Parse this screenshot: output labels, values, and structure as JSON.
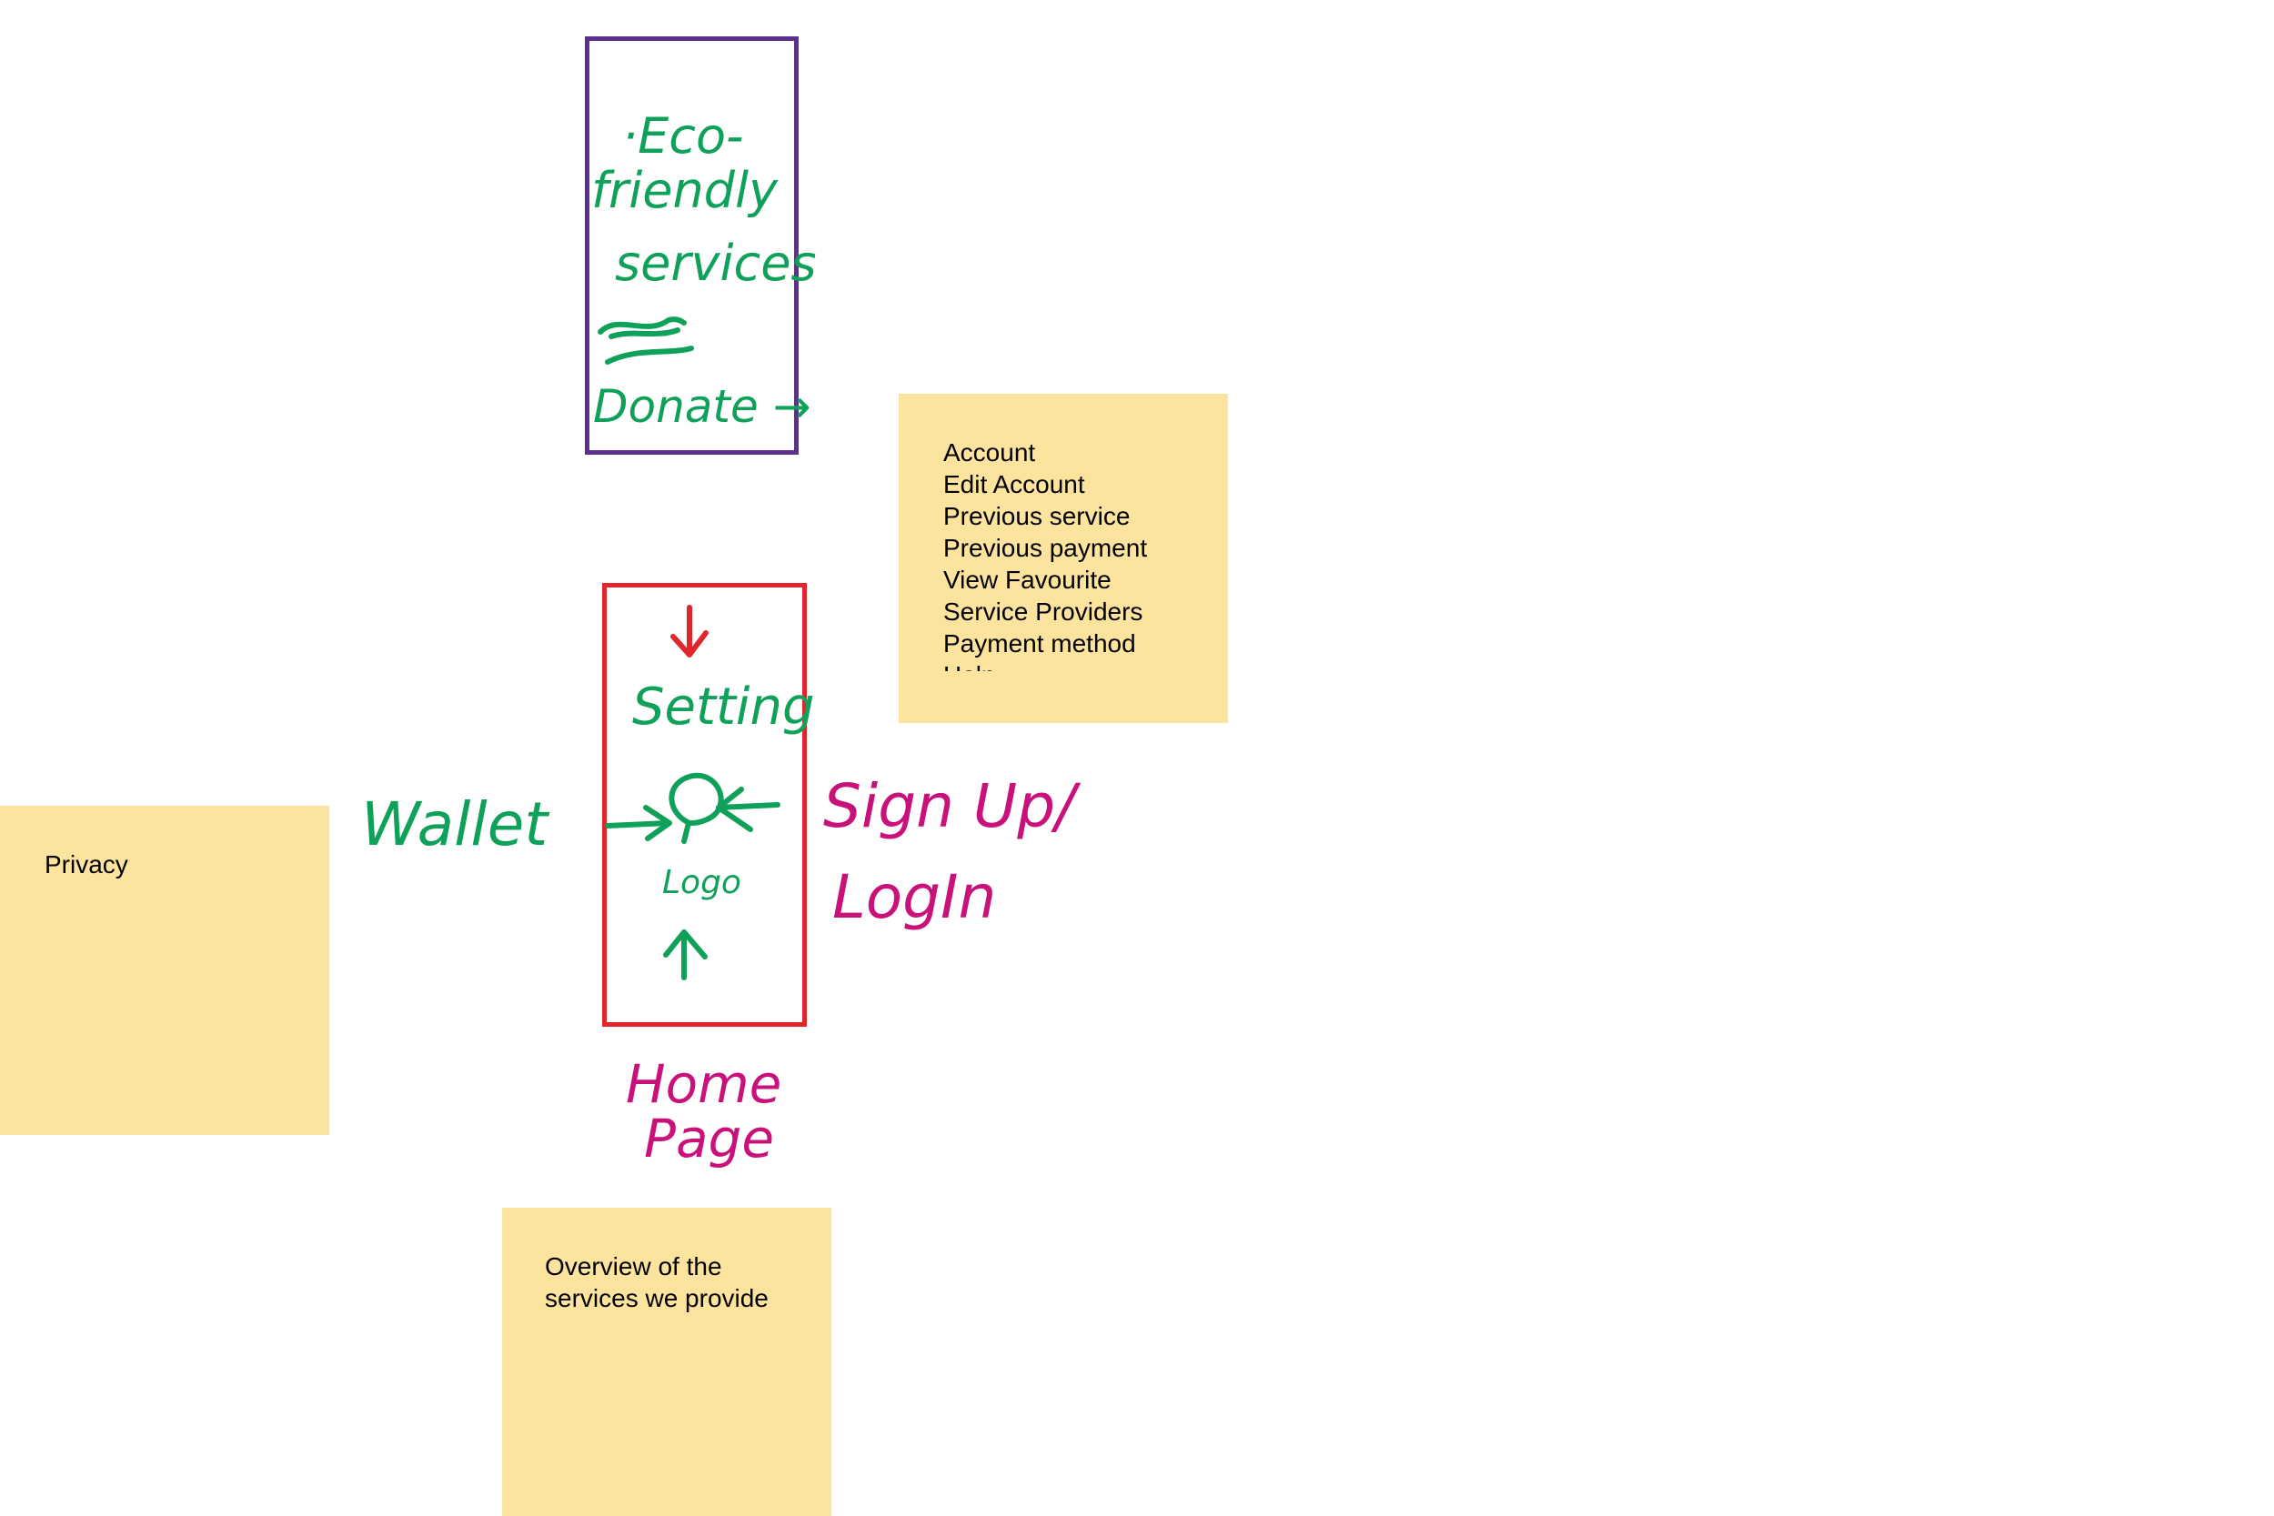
{
  "sticky_notes": {
    "account": {
      "lines": [
        "Account",
        "Edit Account",
        "Previous service",
        "Previous payment",
        "View Favourite",
        "Service Providers",
        "Payment method",
        "Help"
      ]
    },
    "privacy": {
      "text": "Privacy"
    },
    "overview": {
      "lines": [
        "Overview of the",
        "services we provide"
      ]
    }
  },
  "eco_frame": {
    "line1": "·Eco-",
    "line2": "friendly",
    "line3": "services",
    "donate": "Donate →"
  },
  "home_frame": {
    "setting": "Setting",
    "logo": "Logo"
  },
  "labels": {
    "wallet": "Wallet",
    "signup_line1": "Sign Up/",
    "signup_line2": "LogIn",
    "home_line1": "Home",
    "home_line2": "Page"
  },
  "colors": {
    "sticky": "#fde49e",
    "ink_green": "#0fa15a",
    "ink_magenta": "#c9117a",
    "frame_purple": "#5d2f8e",
    "frame_red": "#e0262c"
  }
}
